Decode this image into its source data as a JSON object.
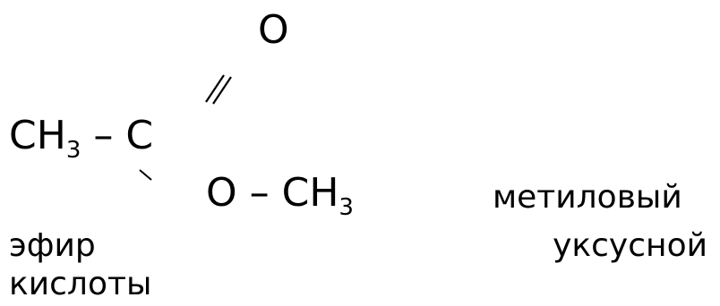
{
  "formula": {
    "carbonyl_oxygen": "O",
    "double_bond_symbol": "//",
    "single_bond_symbol": "\\",
    "methyl_left": {
      "base": "CH",
      "subscript": "3",
      "suffix": " – C"
    },
    "ester_group": {
      "base": "O – CH",
      "subscript": "3"
    }
  },
  "caption": {
    "word1": "метиловый",
    "word2": "эфир",
    "word3": "уксусной",
    "word4": "кислоты"
  }
}
